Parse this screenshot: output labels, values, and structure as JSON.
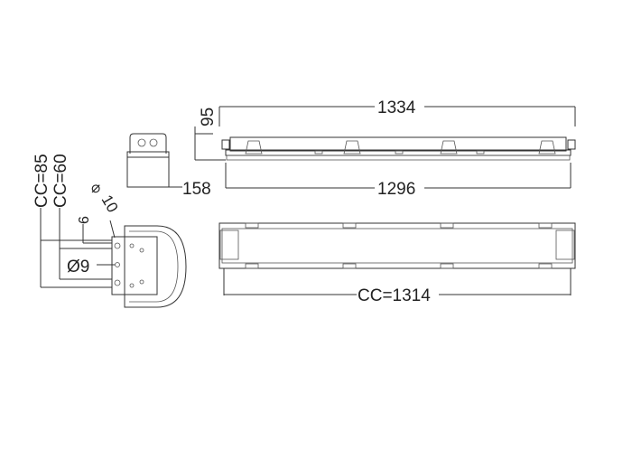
{
  "dimensions": {
    "height_95": "95",
    "length_1334": "1334",
    "width_158": "158",
    "length_1296": "1296",
    "cc_85": "CC=85",
    "cc_60": "CC=60",
    "offset_6": "6",
    "hole_10": "10",
    "hole_9": "Ø9",
    "cc_1314": "CC=1314",
    "diameter_symbol": "⌀"
  }
}
